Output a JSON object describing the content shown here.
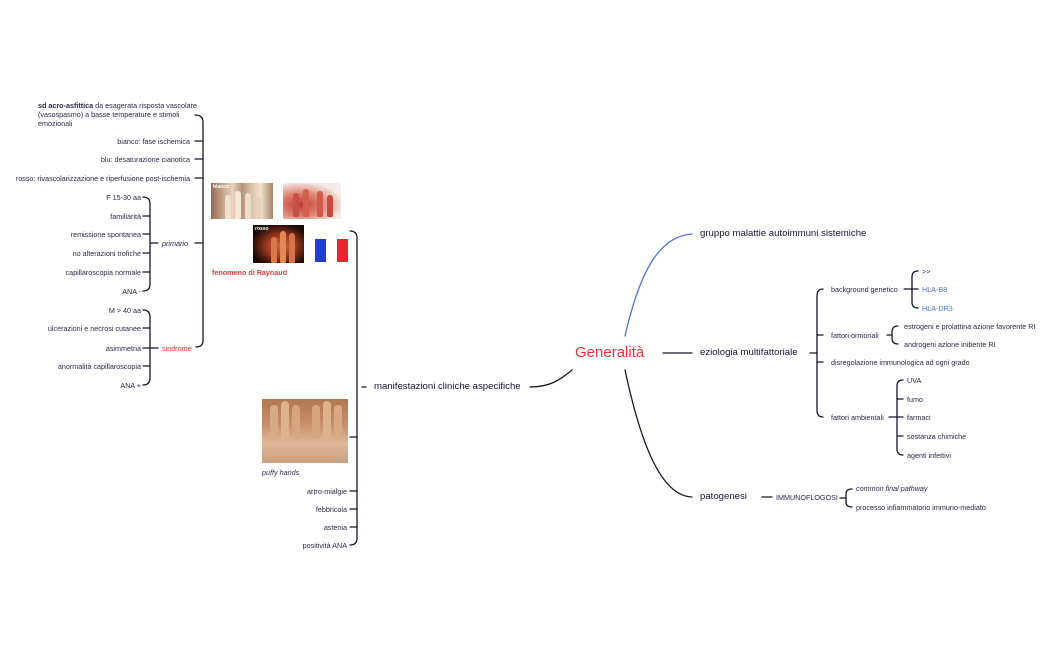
{
  "center": "Generalità",
  "branches": {
    "gruppo": "gruppo malattie autoimmuni sistemiche",
    "eziologia": {
      "label": "eziologia multifattoriale",
      "genetico": {
        "label": "background genetico",
        "items": [
          ">>",
          "HLA-B8",
          "HLA-DR3"
        ]
      },
      "ormonali": {
        "label": "fattori ormonali",
        "items": [
          "estrogeni e prolattina azione favorente RI",
          "androgeni azione inibente RI"
        ]
      },
      "disregolazione": "disregolazione immunologica ad ogni grado",
      "ambientali": {
        "label": "fattori ambientali",
        "items": [
          "UVA",
          "fumo",
          "farmaci",
          "sostanza chimiche",
          "agenti infettivi"
        ]
      }
    },
    "patogenesi": {
      "label": "patogenesi",
      "immuno": "IMMUNOFLOGOSI",
      "items": [
        "common final pathway",
        "processo infiammatorio immuno-mediato"
      ]
    },
    "manifestazioni": {
      "label": "manifestazioni cliniche aspecifiche",
      "raynaud": {
        "label": "fenomeno di Raynaud",
        "definition_bold": "sd acro-asfittica",
        "definition_rest": " da esagerata risposta vascolare (vasospasmo) a basse temperature e stimoli emozionali",
        "phases": [
          "bianco: fase ischemica",
          "blu: desaturazione cianotica",
          "rosso: rivascolarizzazione e riperfusione post-ischemia"
        ],
        "primario": {
          "label": "primario",
          "items": [
            "F 15-30 aa",
            "familiarità",
            "remissione spontanea",
            "no alterazioni trofiche",
            "capillaroscopia normale",
            "ANA -"
          ]
        },
        "sindrome": {
          "label": "sindrome",
          "items": [
            "M > 40 aa",
            "ulcerazioni e necrosi cutanee",
            "asimmetria",
            "anormalità capillaroscopia",
            "ANA +"
          ]
        },
        "image_labels": [
          "bianco",
          "rosso"
        ]
      },
      "puffy": "puffy hands",
      "items": [
        "artro-mialgie",
        "febbricola",
        "astenia",
        "positività ANA"
      ]
    }
  },
  "colors": {
    "center": "#e0383a",
    "accent_blue": "#4a74e0",
    "line": "#15152e",
    "flag": [
      "#1f3fd0",
      "#ffffff",
      "#e8262e"
    ]
  }
}
